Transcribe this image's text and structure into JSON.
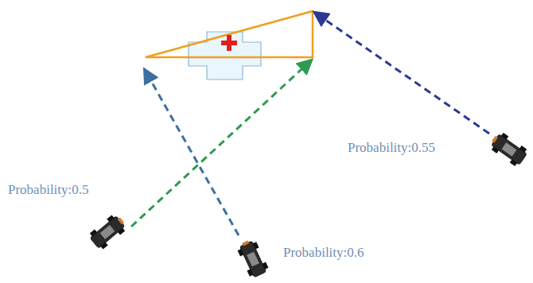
{
  "diagram": {
    "labels": [
      "Probability:0.55",
      "Probability:0.5",
      "Probability:0.6"
    ]
  }
}
